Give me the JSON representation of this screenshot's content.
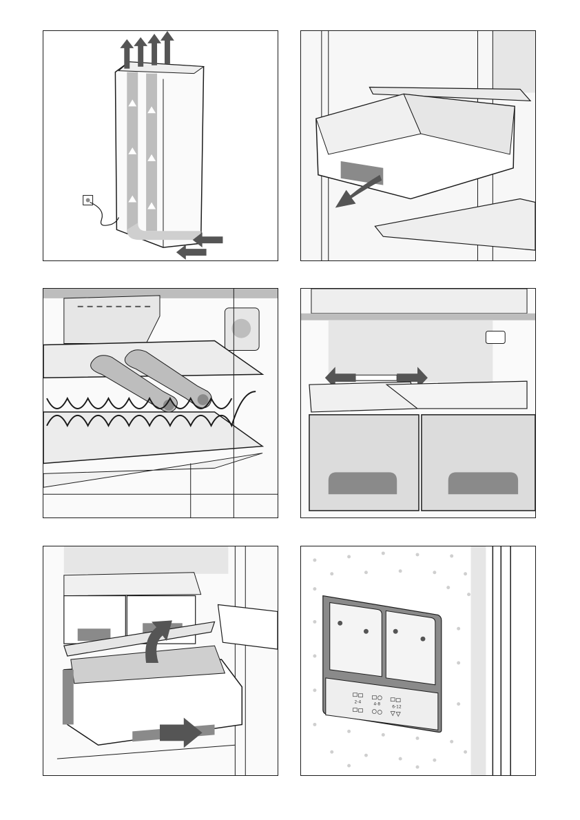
{
  "colors": {
    "border": "#1a1a1a",
    "arrow": "#555555",
    "shade_light": "#e6e6e6",
    "shade_mid": "#bdbdbd",
    "shade_dark": "#8a8a8a",
    "dot": "#cfcfcf"
  },
  "panels": [
    {
      "name": "ventilation-airflow-illustration"
    },
    {
      "name": "drawer-removal-illustration"
    },
    {
      "name": "bottle-rack-illustration"
    },
    {
      "name": "drawer-divider-illustration"
    },
    {
      "name": "freshness-drawer-illustration"
    },
    {
      "name": "humidity-control-illustration"
    }
  ],
  "humidity_labels": {
    "col1_top": "2-4",
    "col2_top": "4-8",
    "col3_top": "6-12"
  }
}
